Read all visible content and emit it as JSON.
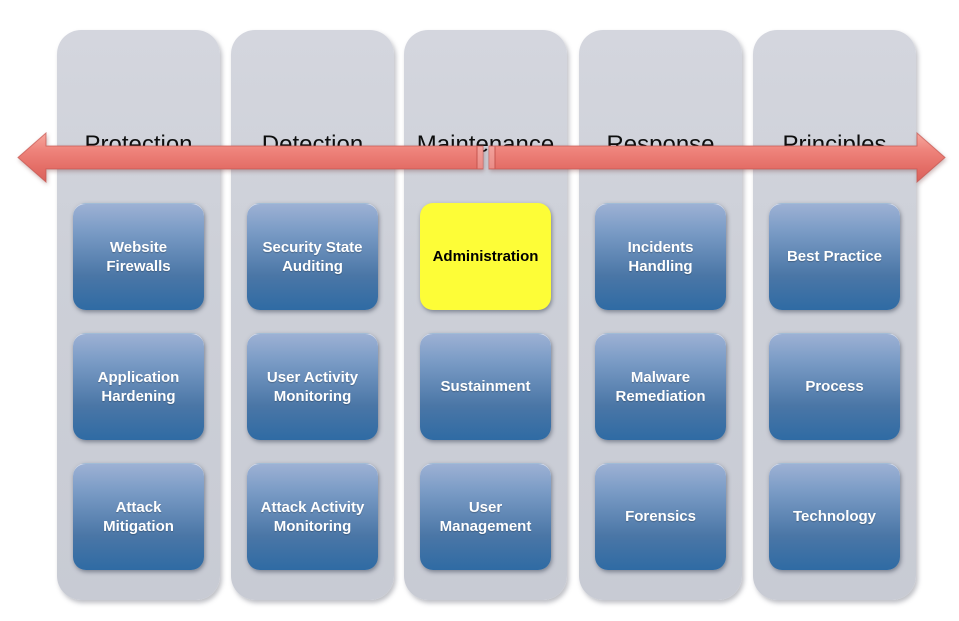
{
  "diagram": {
    "kind": "security-lifecycle-pillars",
    "arrow": {
      "direction": "both",
      "color": "#e87d75"
    }
  },
  "columns": [
    {
      "title": "Protection",
      "items": [
        "Website Firewalls",
        "Application Hardening",
        "Attack Mitigation"
      ]
    },
    {
      "title": "Detection",
      "items": [
        "Security State Auditing",
        "User Activity Monitoring",
        "Attack Activity Monitoring"
      ]
    },
    {
      "title": "Maintenance",
      "items": [
        "Administration",
        "Sustainment",
        "User Management"
      ],
      "highlighted_item": "Administration"
    },
    {
      "title": "Response",
      "items": [
        "Incidents Handling",
        "Malware Remediation",
        "Forensics"
      ]
    },
    {
      "title": "Principles",
      "items": [
        "Best Practice",
        "Process",
        "Technology"
      ]
    }
  ],
  "colors": {
    "column_bg": "#cdd0d8",
    "box_blue_top": "#9db1d4",
    "box_blue_bottom": "#2f6ba4",
    "highlight_yellow": "#fdfd37",
    "arrow_red": "#e87d75",
    "box_text": "#ffffff",
    "title_text": "#0e0e0e",
    "background": "#ffffff"
  }
}
